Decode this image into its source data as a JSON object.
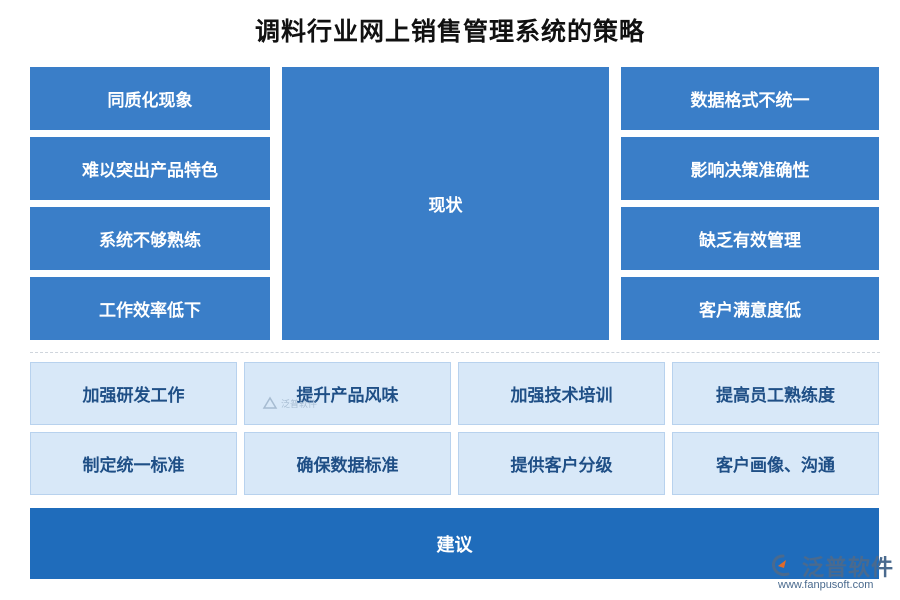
{
  "title": "调料行业网上销售管理系统的策略",
  "left_items": [
    "同质化现象",
    "难以突出产品特色",
    "系统不够熟练",
    "工作效率低下"
  ],
  "center_label": "现状",
  "right_items": [
    "数据格式不统一",
    "影响决策准确性",
    "缺乏有效管理",
    "客户满意度低"
  ],
  "suggestions_row1": [
    "加强研发工作",
    "提升产品风味",
    "加强技术培训",
    "提高员工熟练度"
  ],
  "suggestions_row2": [
    "制定统一标准",
    "确保数据标准",
    "提供客户分级",
    "客户画像、沟通"
  ],
  "bottom_label": "建议",
  "watermark_text": "泛普软件",
  "logo": {
    "name": "泛普软件",
    "url": "www.fanpusoft.com"
  },
  "colors": {
    "dark_blue": "#3a7ec8",
    "deep_blue": "#1f6cbb",
    "light_blue": "#d8e8f8"
  }
}
